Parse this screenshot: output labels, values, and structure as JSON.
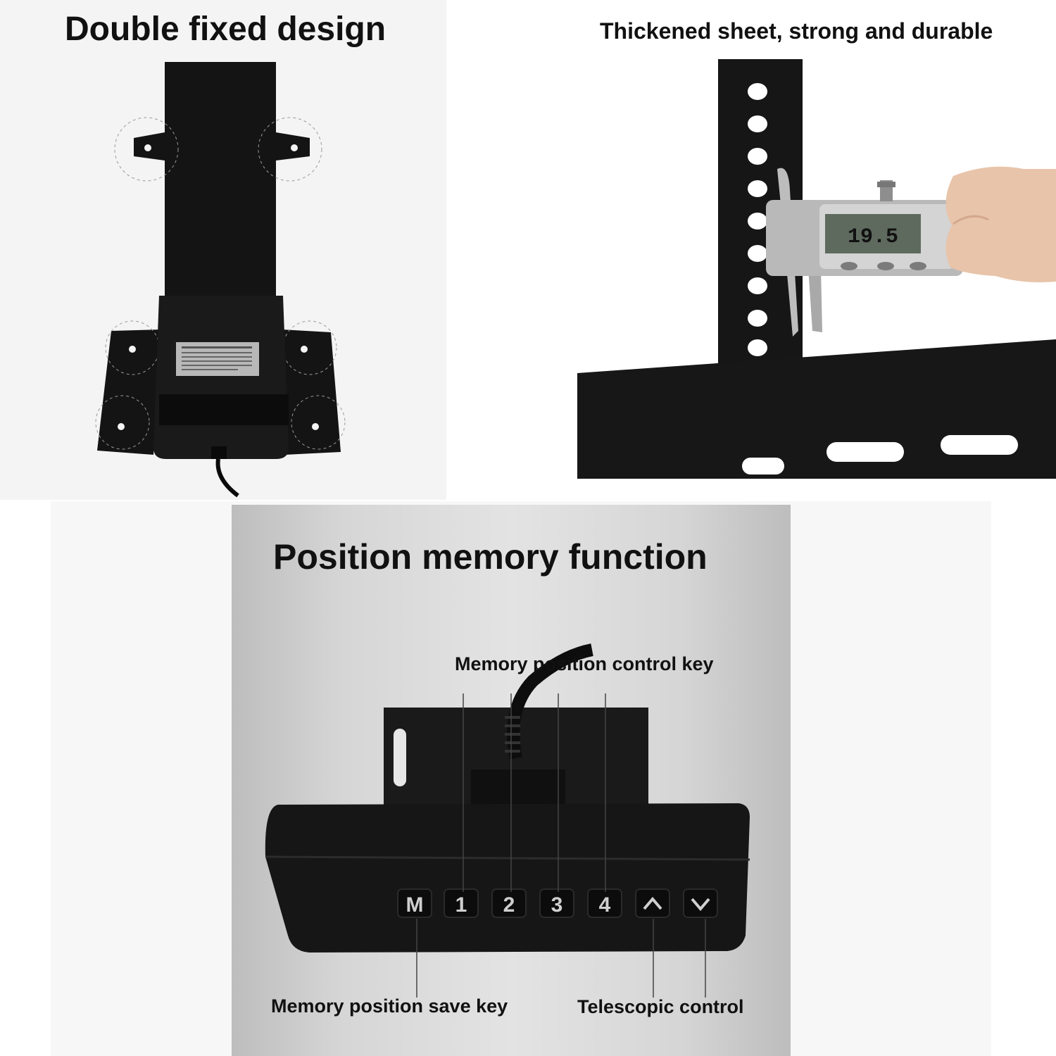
{
  "panels": {
    "double_fixed": {
      "title": "Double fixed design"
    },
    "thickened": {
      "title": "Thickened sheet, strong and durable",
      "caliper_reading": "19.5"
    },
    "memory": {
      "title": "Position memory function",
      "label_control": "Memory position control key",
      "label_save": "Memory position save key",
      "label_telescopic": "Telescopic control",
      "keys": [
        "M",
        "1",
        "2",
        "3",
        "4"
      ]
    }
  },
  "colors": {
    "metal": "#111111",
    "accent": "#f4f4f4"
  }
}
